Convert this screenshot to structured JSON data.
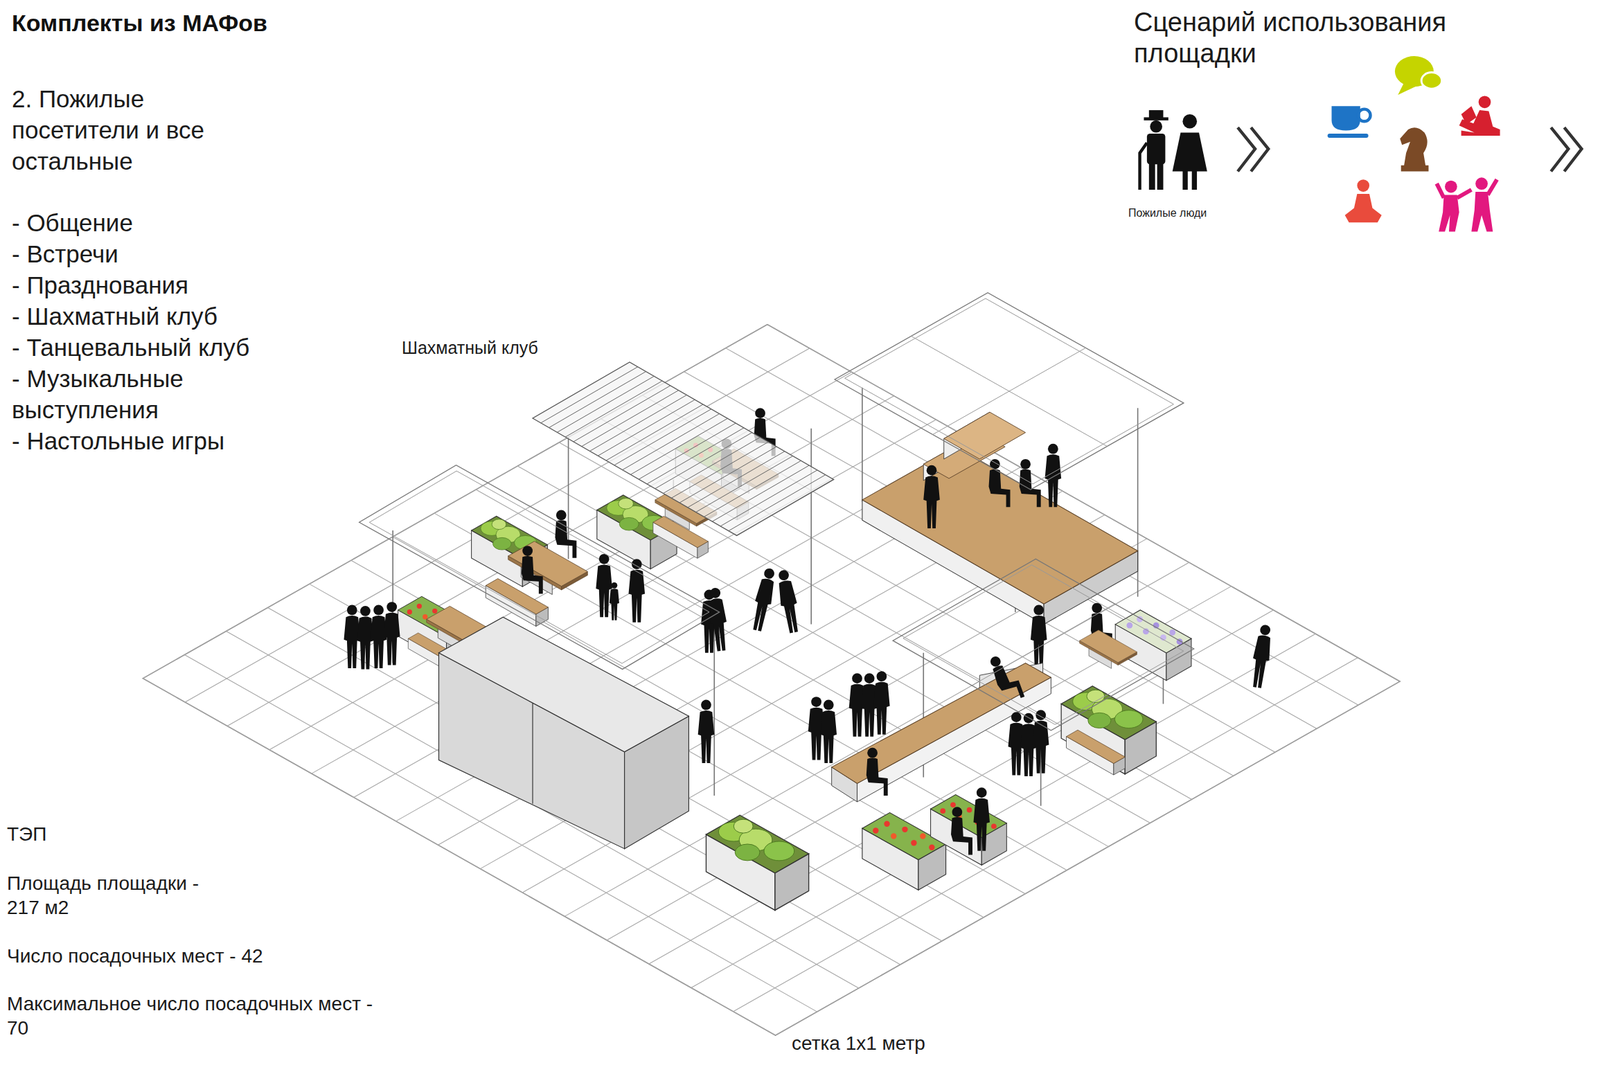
{
  "diagram": {
    "title": "Комплекты из МАФов",
    "labels": [
      "2. Пожилые посетители и все остальные",
      "- Общение",
      "- Встречи",
      "- Празднования",
      "- Шахматный клуб",
      "- Танцевальный клуб",
      "- Музыкальные выступления",
      "- Настольные игры",
      "Сценарий использования площадки",
      "Пожилые люди",
      "Шахматный клуб",
      "ТЭП",
      "Площадь площадки - 217 м2",
      "Число посадочных мест - 42",
      "Максимальное число посадочных мест - 70",
      "сетка 1х1 метр"
    ]
  }
}
